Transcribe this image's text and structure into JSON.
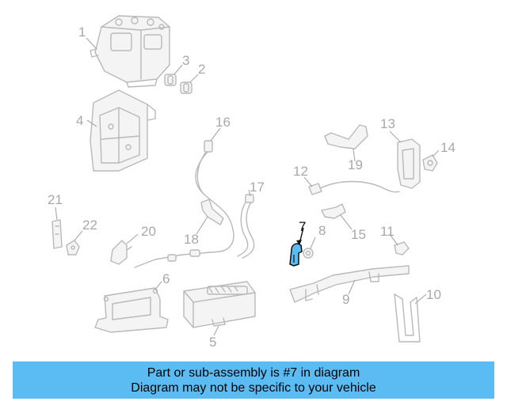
{
  "callouts": {
    "c1": "1",
    "c2": "2",
    "c3": "3",
    "c4": "4",
    "c5": "5",
    "c6": "6",
    "c7": "7",
    "c8": "8",
    "c9": "9",
    "c10": "10",
    "c11": "11",
    "c12": "12",
    "c13": "13",
    "c14": "14",
    "c15": "15",
    "c16": "16",
    "c17": "17",
    "c18": "18",
    "c19": "19",
    "c20": "20",
    "c21": "21",
    "c22": "22"
  },
  "highlighted_part": "7",
  "colors": {
    "banner_bg": "#5bbcf3",
    "highlight_fill": "#5bbcf3",
    "highlight_stroke": "#111111",
    "line_gray": "#b9b9b9"
  },
  "banner": {
    "line1": "Part or sub-assembly is #7 in diagram",
    "line2": "Diagram may not be specific to your vehicle"
  }
}
